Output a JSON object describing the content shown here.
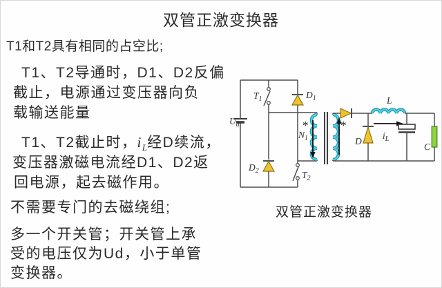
{
  "title": "双管正激变换器",
  "left_text": {
    "l1": "T1和T2具有相同的占空比;",
    "p2l1": "T1、T2导通时，D1、D2反偏",
    "p2l2": "截止，电源通过变压器向负",
    "p2l3": "载输送能量",
    "p3l1_pre": "T1、T2截止时，",
    "p3l1_var": "i",
    "p3l1_sub": "L",
    "p3l1_post": "经D续流，",
    "p3l2": "变压器激磁电流经D1、D2返",
    "p3l3": "回电源，起去磁作用。",
    "p4": "不需要专门的去磁绕组;",
    "p5l1": "多一个开关管；开关管上承",
    "p5l2": "受的电压仅为Ud，小于单管",
    "p5l3": "变换器。"
  },
  "circuit": {
    "caption": "双管正激变换器",
    "source": {
      "main": "U",
      "sub": "d"
    },
    "t1": {
      "main": "T",
      "sub": "1"
    },
    "t2": {
      "main": "T",
      "sub": "2"
    },
    "d1": {
      "main": "D",
      "sub": "1"
    },
    "d2": {
      "main": "D",
      "sub": "2"
    },
    "n1": {
      "main": "N",
      "sub": "1"
    },
    "freewheel_diode": "D",
    "inductor": "L",
    "inductor_current": {
      "main": "i",
      "sub": "L"
    },
    "capacitor": "C",
    "polarity_primary": "*",
    "polarity_secondary": "*"
  },
  "colors": {
    "diode_fill": "#f1c12f",
    "coil_fill": "#52cede",
    "coil_outline": "#1d93ab",
    "load_fill": "#8cd440",
    "wire": "#4d4d4d"
  }
}
